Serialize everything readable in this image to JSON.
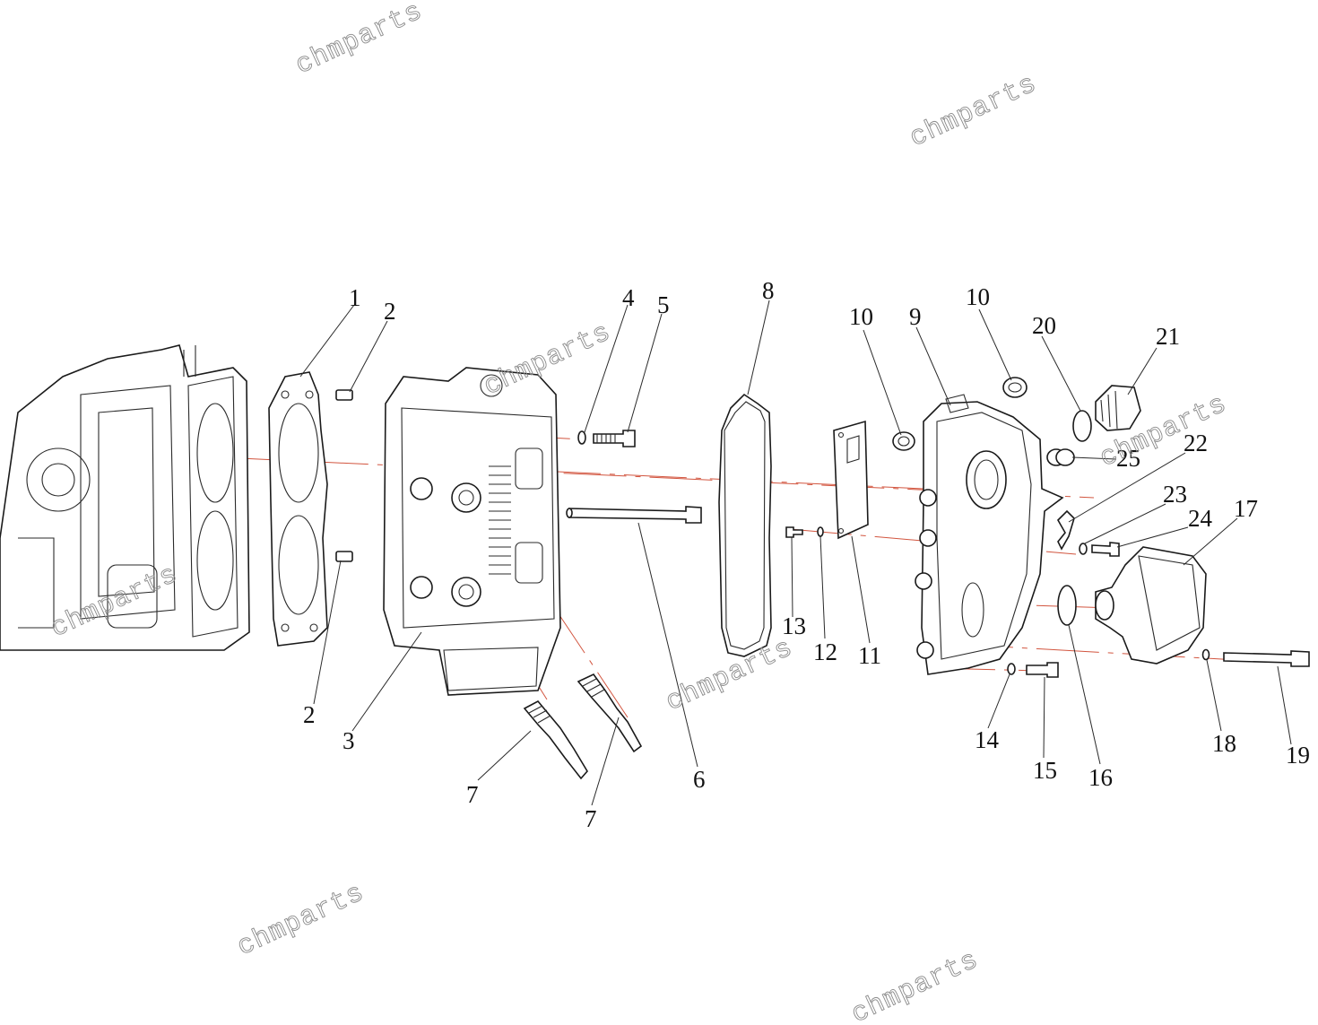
{
  "watermark_text": "chmparts",
  "callouts": [
    "1",
    "2",
    "2",
    "3",
    "4",
    "5",
    "6",
    "7",
    "7",
    "8",
    "9",
    "10",
    "10",
    "11",
    "12",
    "13",
    "14",
    "15",
    "16",
    "17",
    "18",
    "19",
    "20",
    "21",
    "22",
    "23",
    "24",
    "25"
  ],
  "colors": {
    "outline": "#1a1a1a",
    "centerline": "#d2553f",
    "watermark": "#8a8a8a",
    "background": "#ffffff"
  }
}
